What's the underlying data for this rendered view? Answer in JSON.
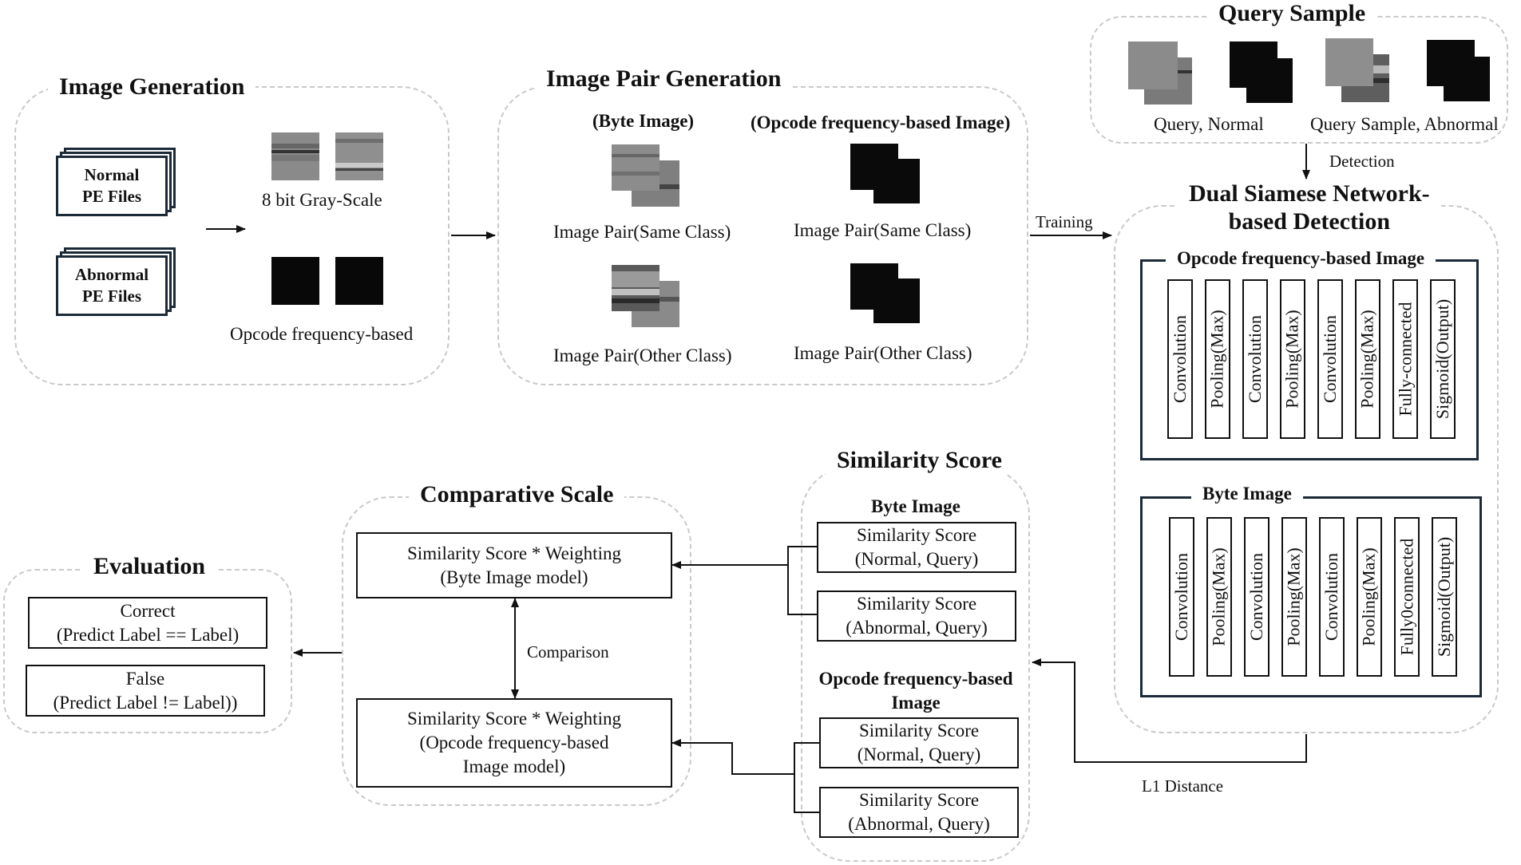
{
  "image_generation": {
    "title": "Image Generation",
    "normal_pe": "Normal\nPE Files",
    "abnormal_pe": "Abnormal\nPE Files",
    "gray_label": "8 bit Gray-Scale",
    "opcode_label": "Opcode frequency-based"
  },
  "pair_generation": {
    "title": "Image Pair Generation",
    "byte_header": "(Byte Image)",
    "opcode_header": "(Opcode frequency-based Image)",
    "byte_same": "Image Pair(Same Class)",
    "byte_other": "Image Pair(Other Class)",
    "opcode_same": "Image Pair(Same Class)",
    "opcode_other": "Image Pair(Other Class)"
  },
  "query": {
    "title": "Query Sample",
    "normal_label": "Query, Normal",
    "abnormal_label": "Query Sample, Abnormal"
  },
  "arrows": {
    "training": "Training",
    "detection": "Detection",
    "l1": "L1 Distance",
    "comparison": "Comparison"
  },
  "detection": {
    "title": "Dual Siamese Network-\nbased Detection",
    "opcode_net": {
      "title": "Opcode frequency-based Image",
      "layers": [
        "Convolution",
        "Pooling(Max)",
        "Convolution",
        "Pooling(Max)",
        "Convolution",
        "Pooling(Max)",
        "Fully-connected",
        "Sigmoid(Output)"
      ]
    },
    "byte_net": {
      "title": "Byte Image",
      "layers": [
        "Convolution",
        "Pooling(Max)",
        "Convolution",
        "Pooling(Max)",
        "Convolution",
        "Pooling(Max)",
        "Fully0connected",
        "Sigmoid(Output)"
      ]
    }
  },
  "similarity": {
    "title": "Similarity Score",
    "byte_header": "Byte Image",
    "byte_normal": "Similarity Score\n(Normal, Query)",
    "byte_abnormal": "Similarity Score\n(Abnormal, Query)",
    "opcode_header": "Opcode frequency-based\nImage",
    "opcode_normal": "Similarity Score\n(Normal, Query)",
    "opcode_abnormal": "Similarity Score\n(Abnormal, Query)"
  },
  "comparative": {
    "title": "Comparative Scale",
    "byte_box": "Similarity Score * Weighting\n(Byte Image model)",
    "opcode_box": "Similarity Score * Weighting\n(Opcode frequency-based\nImage model)"
  },
  "evaluation": {
    "title": "Evaluation",
    "correct": "Correct\n(Predict Label  == Label)",
    "false": "False\n(Predict Label != Label))"
  },
  "colors": {
    "line": "#111111",
    "dash": "#c9c9c9",
    "pe_border": "#1c2a38"
  }
}
